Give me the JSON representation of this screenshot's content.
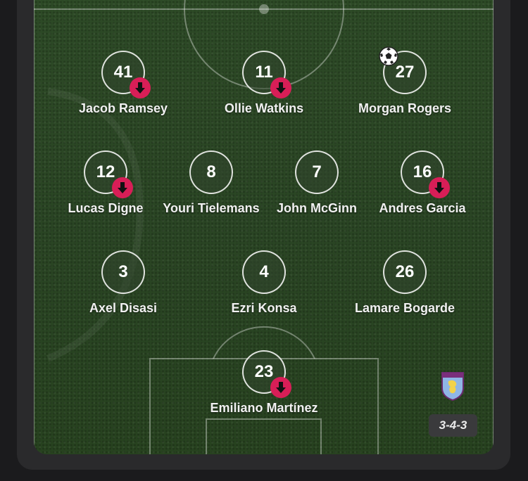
{
  "team": {
    "formation": "3-4-3",
    "crest_icon": "aston-villa-crest-icon"
  },
  "colors": {
    "sub_badge": "#d81e57",
    "pitch": "#2a4524"
  },
  "players": [
    {
      "number": "41",
      "name": "Jacob Ramsey",
      "substituted": true,
      "scored": false
    },
    {
      "number": "11",
      "name": "Ollie Watkins",
      "substituted": true,
      "scored": false
    },
    {
      "number": "27",
      "name": "Morgan Rogers",
      "substituted": false,
      "scored": true
    },
    {
      "number": "12",
      "name": "Lucas Digne",
      "substituted": true,
      "scored": false
    },
    {
      "number": "8",
      "name": "Youri Tielemans",
      "substituted": false,
      "scored": false
    },
    {
      "number": "7",
      "name": "John McGinn",
      "substituted": false,
      "scored": false
    },
    {
      "number": "16",
      "name": "Andres Garcia",
      "substituted": true,
      "scored": false
    },
    {
      "number": "3",
      "name": "Axel Disasi",
      "substituted": false,
      "scored": false
    },
    {
      "number": "4",
      "name": "Ezri Konsa",
      "substituted": false,
      "scored": false
    },
    {
      "number": "26",
      "name": "Lamare Bogarde",
      "substituted": false,
      "scored": false
    },
    {
      "number": "23",
      "name": "Emiliano Martínez",
      "substituted": true,
      "scored": false
    }
  ]
}
